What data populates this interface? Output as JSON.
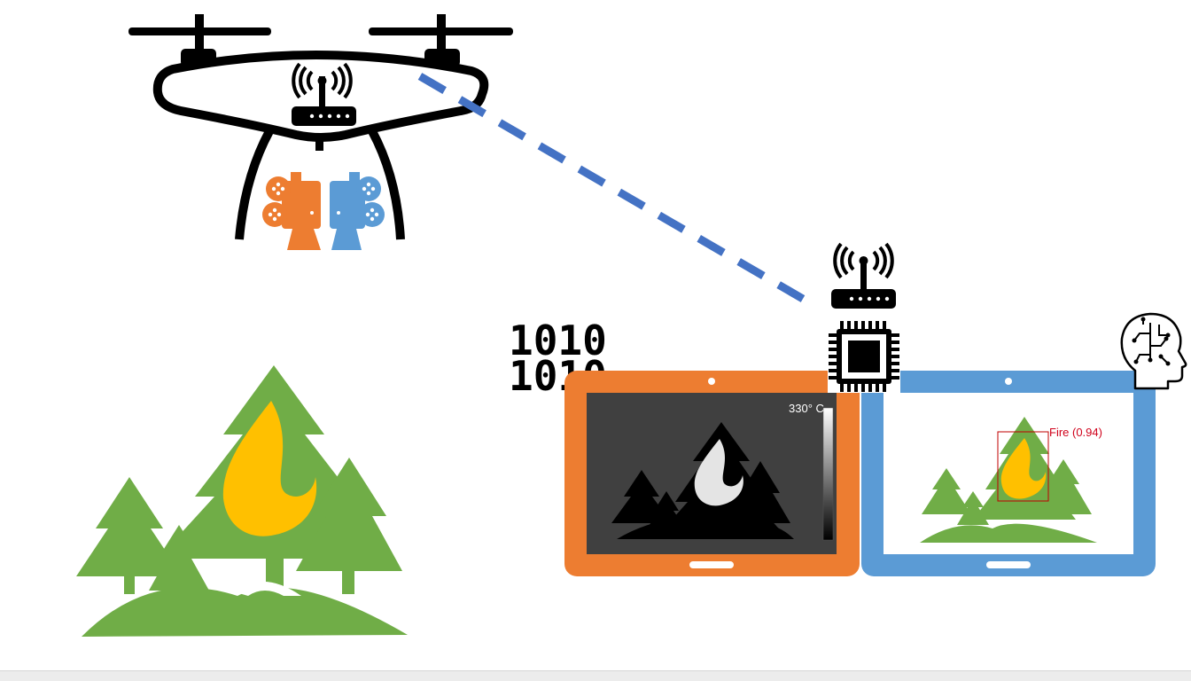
{
  "colors": {
    "tree_green": "#70ad47",
    "flame_yellow": "#ffc000",
    "thermal_orange": "#ed7d31",
    "rgb_blue": "#5b9bd5",
    "link_blue": "#4472c4",
    "detection_red": "#c00000",
    "thermal_screen": "#404040"
  },
  "icons": {
    "drone": "drone-icon",
    "cameras": [
      "thermal-camera-icon",
      "rgb-camera-icon"
    ],
    "antenna": "wifi-router-icon",
    "processor": "cpu-chip-icon",
    "data": "binary-data-icon",
    "ai": "ai-brain-head-icon",
    "scene": "forest-fire-icon"
  },
  "binary": {
    "line1": "1010",
    "line2": "1010"
  },
  "thermal_view": {
    "max_temp": "330° C"
  },
  "rgb_view": {
    "detection_label": "Fire (0.94)"
  }
}
